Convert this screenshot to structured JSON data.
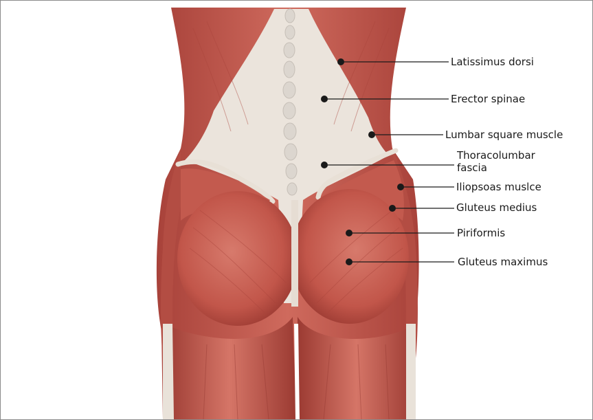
{
  "labels": {
    "latissimus_dorsi": "Latissimus dorsi",
    "erector_spinae": "Erector spinae",
    "lumbar_square": "Lumbar square muscle",
    "thoracolumbar": "Thoracolumbar fascia",
    "iliopsoas": "Iliopsoas muslce",
    "gluteus_medius": "Gluteus medius",
    "piriformis": "Piriformis",
    "gluteus_maximus": "Gluteus maximus"
  },
  "colors": {
    "muscle": "#c0544a",
    "muscle_dark": "#9b3a32",
    "muscle_light": "#d9786b",
    "fascia": "#ece6df",
    "leader": "#1a1a1a"
  }
}
